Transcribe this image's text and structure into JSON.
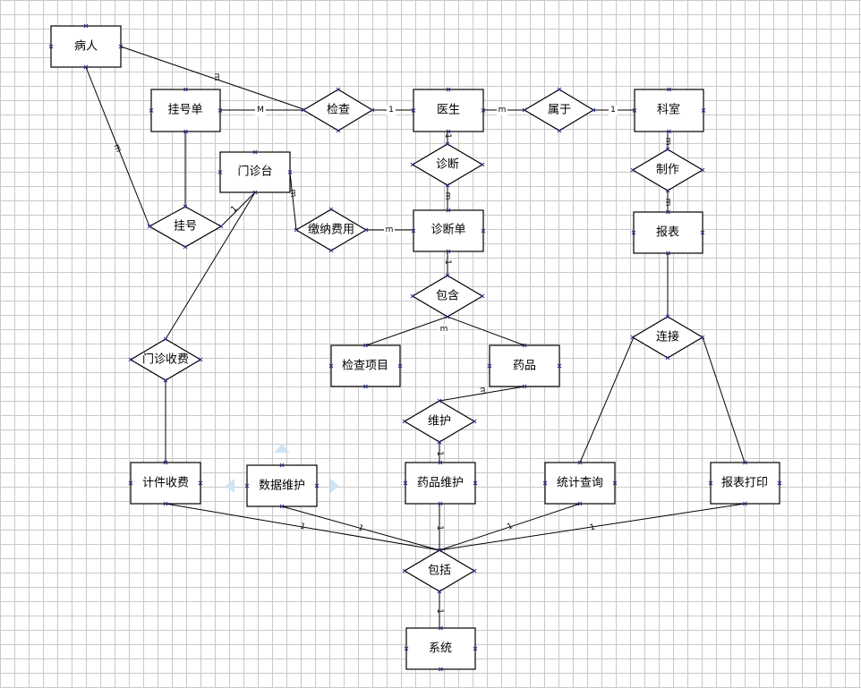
{
  "entities": {
    "patient": "病人",
    "registration_form": "挂号单",
    "doctor": "医生",
    "department": "科室",
    "clinic_desk": "门诊台",
    "diagnosis_form": "诊断单",
    "report": "报表",
    "exam_item": "检查项目",
    "medicine": "药品",
    "piece_charge": "计件收费",
    "data_maintenance": "数据维护",
    "medicine_maintenance": "药品维护",
    "stats_query": "统计查询",
    "report_print": "报表打印",
    "system": "系统"
  },
  "relationships": {
    "examine": "检查",
    "belongs_to": "属于",
    "diagnose": "诊断",
    "produce": "制作",
    "register": "挂号",
    "pay_fee": "缴纳费用",
    "contain": "包含",
    "connect": "连接",
    "clinic_charge": "门诊收费",
    "maintain": "维护",
    "include": "包括"
  },
  "cardinalities": {
    "patient_examine": "m",
    "regform_examine": "M",
    "examine_doctor": "1",
    "doctor_belongs": "m",
    "belongs_department": "1",
    "doctor_diagnose": "1",
    "diagnose_diagform": "m",
    "department_produce": "m",
    "produce_report": "m",
    "patient_register": "m",
    "clinic_register": "1",
    "clinic_pay": "m",
    "pay_diagform": "m",
    "diagform_contain": "1",
    "contain_items": "m",
    "medicine_maintain": "m",
    "maintain_medmaint": "1",
    "piece_include": "1",
    "data_include": "1",
    "medmaint_include": "1",
    "stats_include": "1",
    "print_include": "1",
    "include_system": "1"
  }
}
